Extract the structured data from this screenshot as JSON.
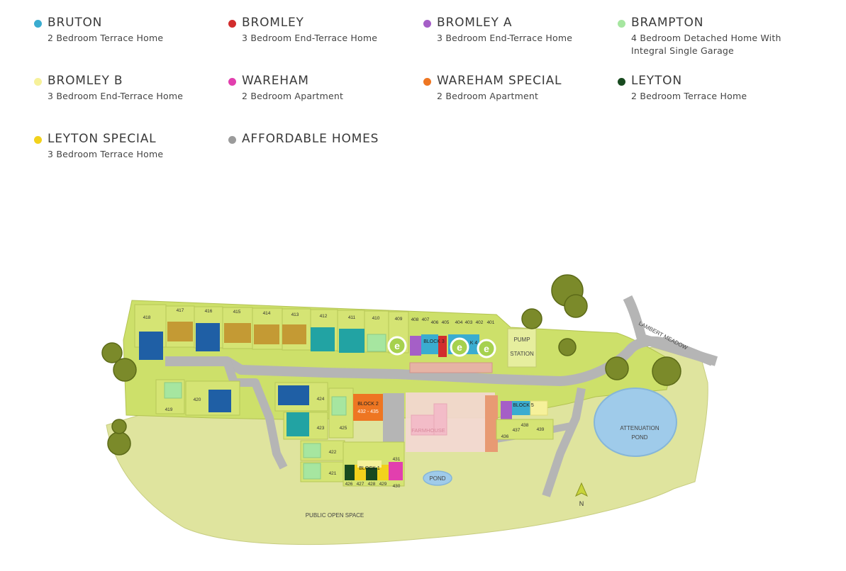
{
  "legend": [
    {
      "name": "BRUTON",
      "desc": "2 Bedroom Terrace Home",
      "color": "#3aacd0"
    },
    {
      "name": "BROMLEY",
      "desc": "3 Bedroom End-Terrace Home",
      "color": "#d22d2d"
    },
    {
      "name": "BROMLEY A",
      "desc": "3 Bedroom End-Terrace Home",
      "color": "#a55fc7"
    },
    {
      "name": "BRAMPTON",
      "desc": "4 Bedroom Detached Home With Integral Single Garage",
      "color": "#a6e6a0"
    },
    {
      "name": "BROMLEY B",
      "desc": "3 Bedroom End-Terrace Home",
      "color": "#f6f19a"
    },
    {
      "name": "WAREHAM",
      "desc": "2 Bedroom Apartment",
      "color": "#e23fae"
    },
    {
      "name": "WAREHAM SPECIAL",
      "desc": "2 Bedroom Apartment",
      "color": "#ee7622"
    },
    {
      "name": "LEYTON",
      "desc": "2 Bedroom Terrace Home",
      "color": "#184a1f"
    },
    {
      "name": "LEYTON SPECIAL",
      "desc": "3 Bedroom Terrace Home",
      "color": "#f2d21c"
    },
    {
      "name": "AFFORDABLE HOMES",
      "desc": "",
      "color": "#9b9b9b"
    }
  ],
  "map": {
    "road_label": "LAMBERT MEADOW",
    "pump_station": [
      "PUMP",
      "STATION"
    ],
    "attenuation_pond": [
      "ATTENUATION",
      "POND"
    ],
    "pond": "POND",
    "farmhouse": "FARMHOUSE",
    "public_open_space": "PUBLIC OPEN SPACE",
    "north": "N",
    "block1": "BLOCK 1",
    "block2": "BLOCK 2",
    "block2_range": "432 - 435",
    "block3": "BLOCK 3",
    "block4": "K 4",
    "block5": "BLOCK 5",
    "plots_top": [
      "418",
      "417",
      "416",
      "415",
      "414",
      "413",
      "412",
      "411",
      "410",
      "409",
      "408",
      "407",
      "406",
      "405",
      "404",
      "403",
      "402",
      "401"
    ],
    "plots_mid": [
      "419",
      "420",
      "424",
      "423",
      "425",
      "422",
      "421"
    ],
    "plots_block1": [
      "426",
      "427",
      "428",
      "429",
      "430",
      "431"
    ],
    "plots_east": [
      "436",
      "437",
      "438",
      "439"
    ]
  }
}
